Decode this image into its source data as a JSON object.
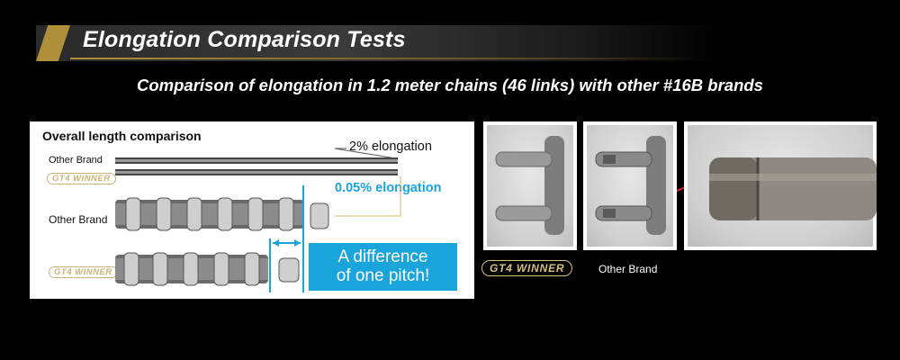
{
  "header": {
    "title": "Elongation Comparison Tests",
    "subtitle": "Comparison of elongation in 1.2 meter chains (46 links) with other #16B brands"
  },
  "left_panel": {
    "title": "Overall length comparison",
    "label_other_brand_small": "Other Brand",
    "label_other_brand_large": "Other Brand",
    "logo_text_1": "GT4 WINNER",
    "logo_text_2": "GT4 WINNER",
    "elongation_other": "2% elongation",
    "elongation_winner": "0.05% elongation",
    "callout_line1": "A difference",
    "callout_line2": "of one pitch!"
  },
  "right_panel": {
    "logo_text": "GT4 WINNER",
    "caption_other_brand": "Other Brand"
  },
  "colors": {
    "accent_blue": "#1aa4dc",
    "gold": "#b08f3a",
    "arrow_red": "#e02020"
  }
}
